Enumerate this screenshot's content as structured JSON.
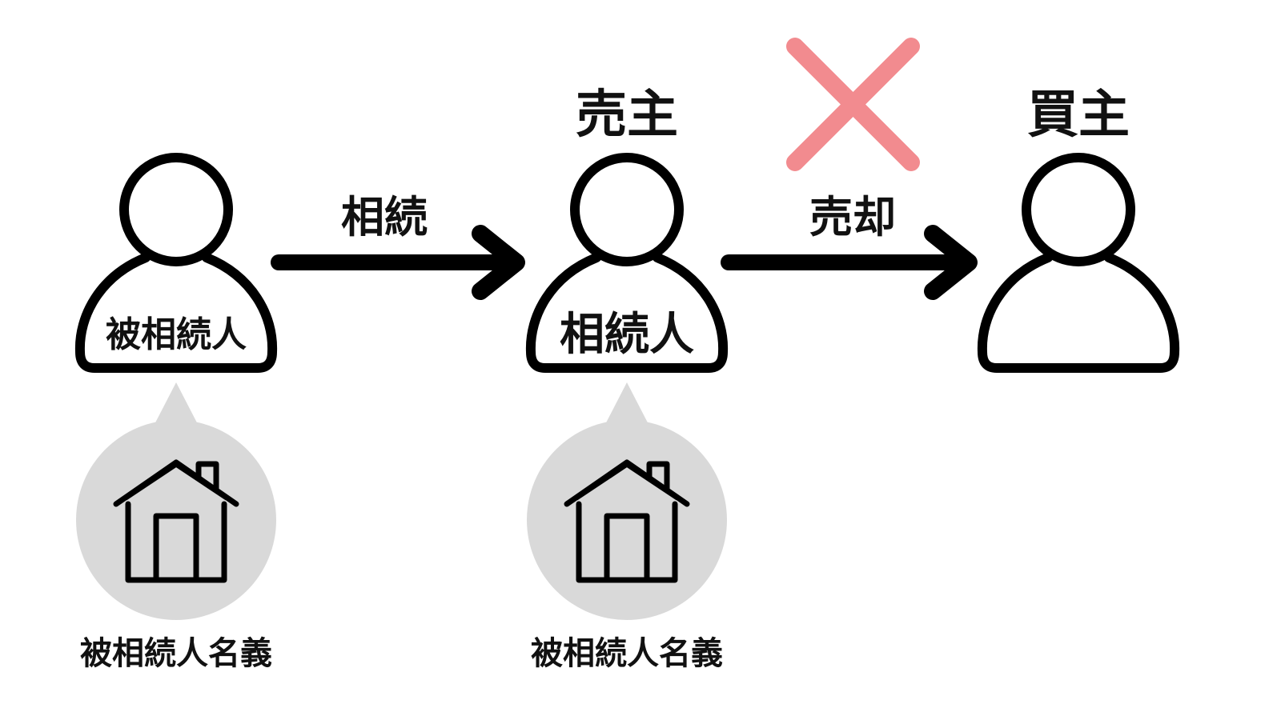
{
  "persons": [
    {
      "body_label": "被相続人",
      "top_label": "",
      "caption": "被相続人名義",
      "has_house": true
    },
    {
      "body_label": "相続人",
      "top_label": "売主",
      "caption": "被相続人名義",
      "has_house": true
    },
    {
      "body_label": "",
      "top_label": "買主",
      "caption": "",
      "has_house": false
    }
  ],
  "arrows": [
    {
      "label": "相続",
      "blocked": false
    },
    {
      "label": "売却",
      "blocked": true
    }
  ],
  "colors": {
    "line": "#000000",
    "bubble": "#d9d9d9",
    "cross": "#f28b8f"
  },
  "icons": [
    "person-icon",
    "house-icon",
    "cross-icon",
    "arrow-right-icon"
  ]
}
